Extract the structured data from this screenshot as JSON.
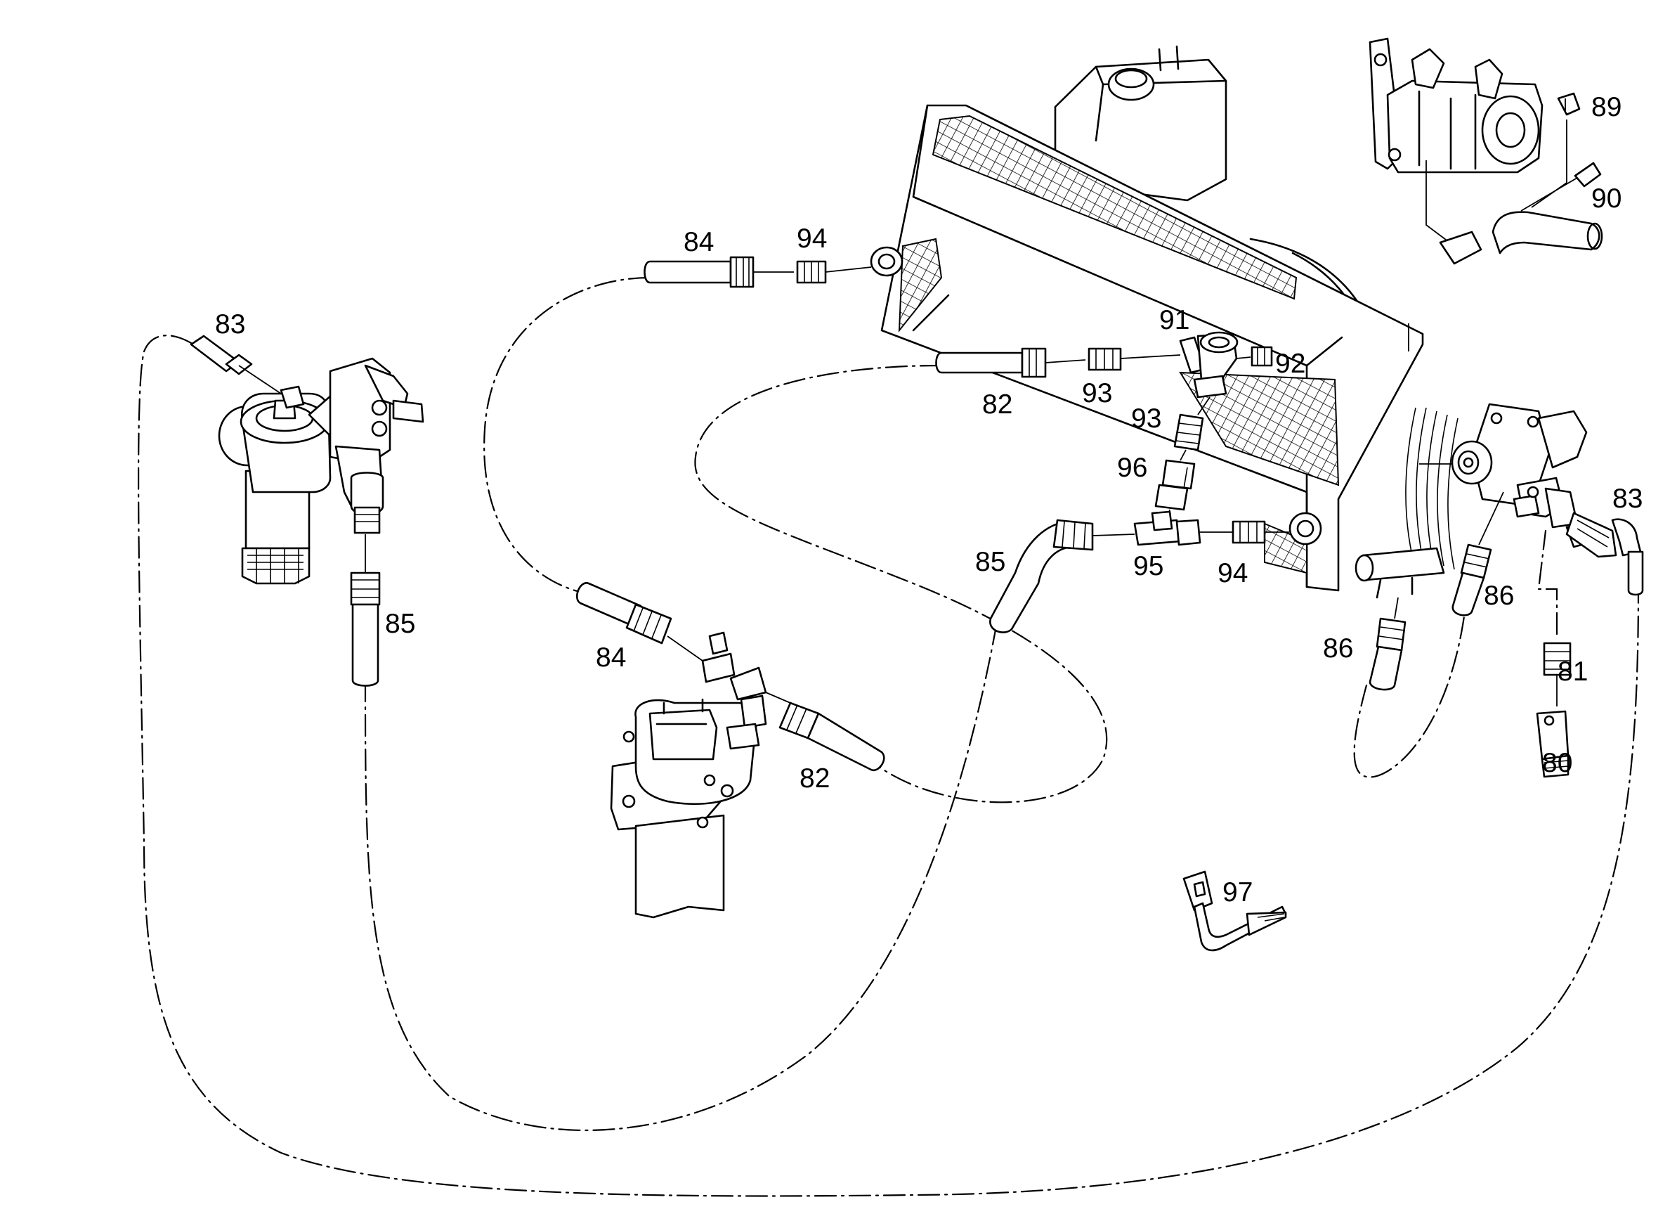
{
  "callouts": {
    "c80": "80",
    "c81": "81",
    "c82a": "82",
    "c82b": "82",
    "c83a": "83",
    "c83b": "83",
    "c84a": "84",
    "c84b": "84",
    "c85a": "85",
    "c85b": "85",
    "c86a": "86",
    "c86b": "86",
    "c89": "89",
    "c90": "90",
    "c91": "91",
    "c92": "92",
    "c93a": "93",
    "c93b": "93",
    "c94a": "94",
    "c94b": "94",
    "c95": "95",
    "c96": "96",
    "c97": "97"
  },
  "colors": {
    "line": "#000000",
    "background": "#ffffff"
  }
}
